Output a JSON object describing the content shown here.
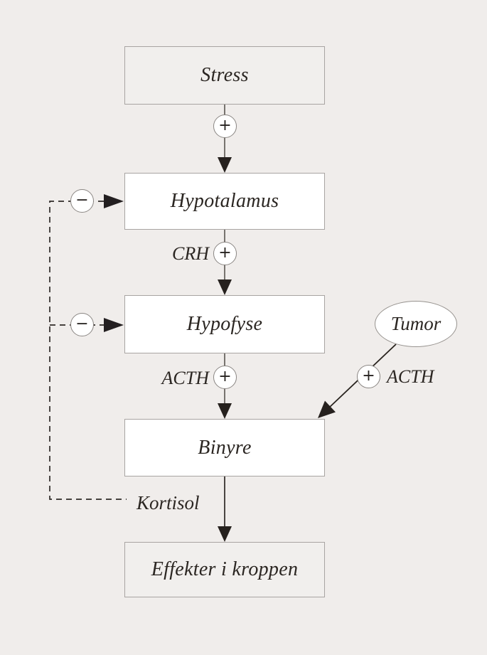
{
  "diagram": {
    "title_hint": "HPA-axis stress hormone flowchart",
    "nodes": {
      "stress": "Stress",
      "hypothalamus": "Hypotalamus",
      "pituitary": "Hypofyse",
      "tumor": "Tumor",
      "adrenal": "Binyre",
      "effects": "Effekter i kroppen"
    },
    "labels": {
      "crh": "CRH",
      "acth_axis": "ACTH",
      "acth_tumor": "ACTH",
      "cortisol": "Kortisol"
    },
    "signs": {
      "plus": "+",
      "minus": "−"
    },
    "edges": [
      "Stress → Hypotalamus (+)",
      "Hypotalamus → Hypofyse (CRH +)",
      "Hypofyse → Binyre (ACTH +)",
      "Tumor → Binyre (+ ACTH)",
      "Binyre → Effekter i kroppen",
      "Binyre → Kortisol ⊣ Hypotalamus (−, dashed feedback)",
      "Binyre → Kortisol ⊣ Hypofyse (−, dashed feedback)"
    ],
    "colors": {
      "background": "#f0edeb",
      "node_fill_white": "#ffffff",
      "node_fill_tint": "#f1efed",
      "node_border": "#a8a4a2",
      "connector_line": "#77736f",
      "arrowhead_ink": "#26211e",
      "text_ink": "#2b2622"
    }
  }
}
